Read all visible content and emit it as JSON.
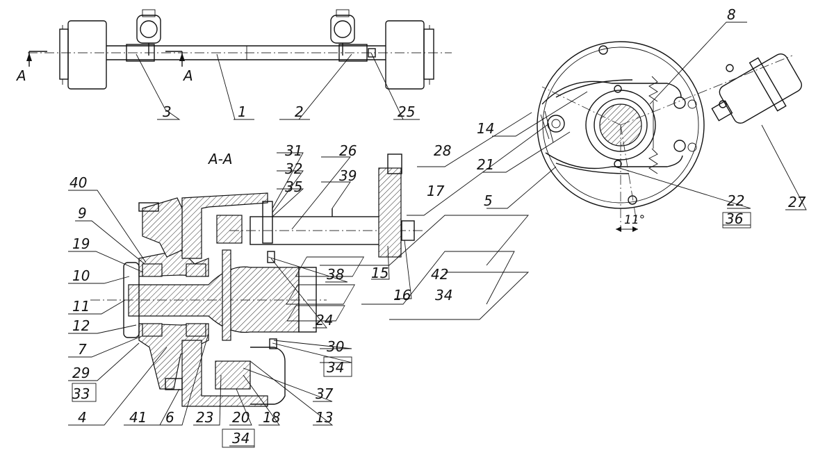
{
  "section_title": "А-А",
  "section_marker": "А",
  "angle_label": "11°",
  "callouts": {
    "c1": "1",
    "c2": "2",
    "c3": "3",
    "c4": "4",
    "c5": "5",
    "c6": "6",
    "c7": "7",
    "c8": "8",
    "c9": "9",
    "c10": "10",
    "c11": "11",
    "c12": "12",
    "c13": "13",
    "c14": "14",
    "c15": "15",
    "c16": "16",
    "c17": "17",
    "c18": "18",
    "c19": "19",
    "c20": "20",
    "c21": "21",
    "c22": "22",
    "c23": "23",
    "c24": "24",
    "c25": "25",
    "c26": "26",
    "c27": "27",
    "c28": "28",
    "c29": "29",
    "c30": "30",
    "c31": "31",
    "c32": "32",
    "c33": "33",
    "c34a": "34",
    "c34b": "34",
    "c34c": "34",
    "c35": "35",
    "c36": "36",
    "c37": "37",
    "c38": "38",
    "c39": "39",
    "c40": "40",
    "c41": "41",
    "c42": "42"
  }
}
